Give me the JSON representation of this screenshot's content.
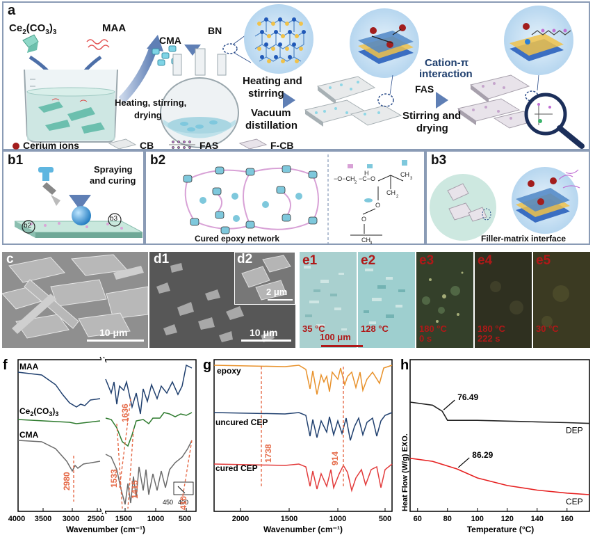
{
  "panel_a": {
    "label": "a",
    "ce2co3_pre": "Ce",
    "ce2co3_s1": "2",
    "ce2co3_mid": "(CO",
    "ce2co3_s2": "3",
    "ce2co3_post": ")",
    "ce2co3_s3": "3",
    "maa": "MAA",
    "cma": "CMA",
    "bn": "BN",
    "step1_line1": "Heating, stirring,",
    "step1_line2": "drying",
    "step2_line1": "Heating and",
    "step2_line2": "stirring",
    "step3_line1": "Vacuum",
    "step3_line2": "distillation",
    "cation_line1": "Cation-π",
    "cation_line2": "interaction",
    "fas": "FAS",
    "step4_line1": "Stirring and",
    "step4_line2": "drying",
    "legend_cerium": "Cerium ions",
    "legend_cb": "CB",
    "legend_fas": "FAS",
    "legend_fcb": "F-CB"
  },
  "panel_b1": {
    "label": "b1",
    "text_line1": "Spraying",
    "text_line2": "and curing",
    "marker_b2": "b2",
    "marker_b3": "b3"
  },
  "panel_b2": {
    "label": "b2",
    "caption": "Cured epoxy network"
  },
  "panel_b3": {
    "label": "b3",
    "caption": "Filler-matrix interface"
  },
  "panel_c": {
    "label": "c",
    "scale": "10 μm"
  },
  "panel_d": {
    "label1": "d1",
    "label2": "d2",
    "scale1": "10 μm",
    "scale2": "2 μm"
  },
  "panel_e": {
    "frames": [
      {
        "label": "e1",
        "temp": "35 °C",
        "time": "",
        "color": "#a9d0cf"
      },
      {
        "label": "e2",
        "temp": "128 °C",
        "time": "",
        "color": "#9ecfcf"
      },
      {
        "label": "e3",
        "temp": "180 °C",
        "time": "0 s",
        "color": "#34402a"
      },
      {
        "label": "e4",
        "temp": "180 °C",
        "time": "222 s",
        "color": "#2f3020"
      },
      {
        "label": "e5",
        "temp": "30 °C",
        "time": "",
        "color": "#3b3a22"
      }
    ],
    "scale": "100 μm"
  },
  "panel_f": {
    "label": "f",
    "series": [
      {
        "name": "MAA",
        "color": "#1f3f6e"
      },
      {
        "name": "Ce2(CO3)3",
        "color": "#2d7a2d"
      },
      {
        "name": "CMA",
        "color": "#6b6b6b"
      }
    ],
    "name_ce_pre": "Ce",
    "name_ce_s1": "2",
    "name_ce_mid": "(CO",
    "name_ce_s2": "3",
    "name_ce_post": ")",
    "name_ce_s3": "3",
    "peaks": [
      "2980",
      "1636",
      "1533",
      "1415",
      "410"
    ],
    "inset_ticks": [
      "450",
      "400"
    ],
    "x_ticks": [
      "4000",
      "3500",
      "3000",
      "2500",
      "1500",
      "1000",
      "500"
    ],
    "xlabel": "Wavenumber (cm⁻¹)"
  },
  "panel_g": {
    "label": "g",
    "series": [
      {
        "name": "epoxy",
        "color": "#e8912a"
      },
      {
        "name": "uncured CEP",
        "color": "#1f3f6e"
      },
      {
        "name": "cured CEP",
        "color": "#e23a3a"
      }
    ],
    "peaks": [
      "1738",
      "914"
    ],
    "x_ticks": [
      "2000",
      "1500",
      "1000",
      "500"
    ],
    "xlabel": "Wavenumber (cm⁻¹)"
  },
  "panel_h": {
    "label": "h",
    "ylabel": "Heat Flow (W/g) EXO.",
    "xlabel": "Temperature (°C)",
    "x_ticks": [
      "60",
      "80",
      "100",
      "120",
      "140",
      "160"
    ]
  },
  "chart_data": [
    {
      "type": "line",
      "title": "",
      "xlabel": "Wavenumber (cm⁻¹)",
      "ylabel": "",
      "xlim": [
        4000,
        400
      ],
      "series": [
        {
          "name": "MAA"
        },
        {
          "name": "Ce2(CO3)3"
        },
        {
          "name": "CMA"
        }
      ],
      "annotations": [
        "2980",
        "1636",
        "1533",
        "1415",
        "410"
      ]
    },
    {
      "type": "line",
      "title": "",
      "xlabel": "Wavenumber (cm⁻¹)",
      "ylabel": "",
      "xlim": [
        2300,
        450
      ],
      "series": [
        {
          "name": "epoxy"
        },
        {
          "name": "uncured CEP"
        },
        {
          "name": "cured CEP"
        }
      ],
      "annotations": [
        "1738",
        "914"
      ]
    },
    {
      "type": "line",
      "title": "",
      "xlabel": "Temperature (°C)",
      "ylabel": "Heat Flow (W/g) EXO.",
      "xlim": [
        55,
        175
      ],
      "series": [
        {
          "name": "DEP",
          "x": [
            55,
            70,
            76.49,
            80,
            100,
            120,
            140,
            160,
            175
          ],
          "y": [
            0.72,
            0.7,
            0.66,
            0.6,
            0.6,
            0.595,
            0.59,
            0.585,
            0.58
          ],
          "color": "#222222",
          "tg_label": "76.49"
        },
        {
          "name": "CEP",
          "x": [
            55,
            70,
            86.29,
            100,
            120,
            140,
            160,
            175
          ],
          "y": [
            0.35,
            0.33,
            0.28,
            0.22,
            0.17,
            0.14,
            0.12,
            0.11
          ],
          "color": "#e62020",
          "tg_label": "86.29"
        }
      ]
    }
  ]
}
